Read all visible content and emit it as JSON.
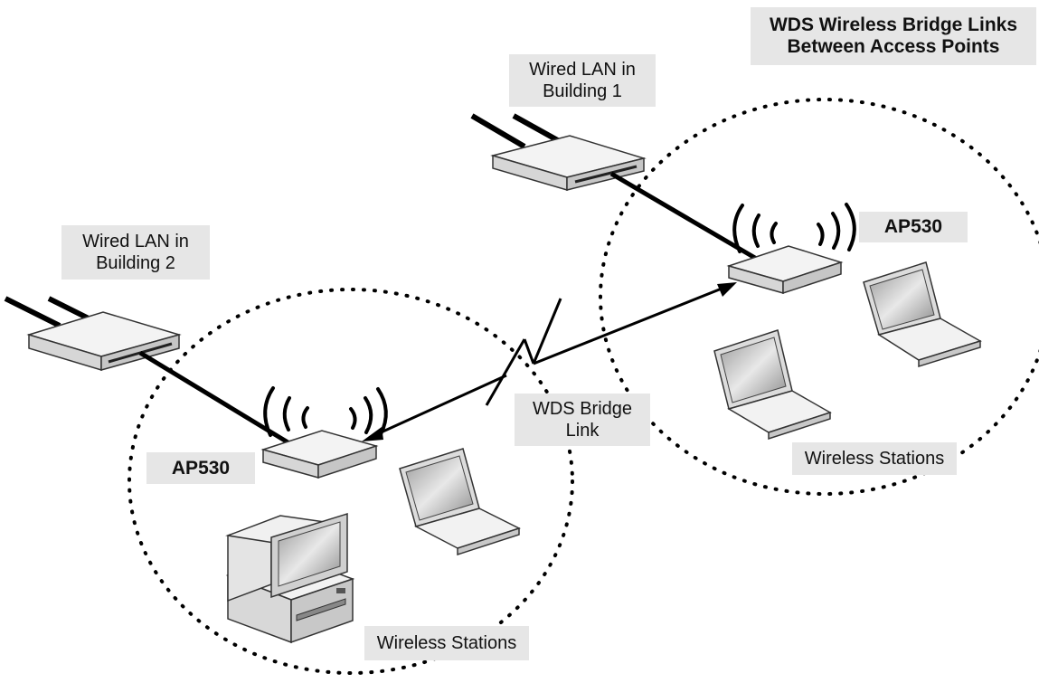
{
  "title": {
    "line1": "WDS Wireless Bridge Links",
    "line2": "Between Access Points"
  },
  "labels": {
    "wired_lan_1": {
      "line1": "Wired LAN in",
      "line2": "Building 1"
    },
    "wired_lan_2": {
      "line1": "Wired LAN in",
      "line2": "Building 2"
    },
    "ap_right": "AP530",
    "ap_left": "AP530",
    "wds_link": {
      "line1": "WDS Bridge",
      "line2": "Link"
    },
    "stations_right": "Wireless Stations",
    "stations_left": "Wireless Stations"
  },
  "colors": {
    "label_bg": "#e6e6e6",
    "device_light": "#f2f2f2",
    "device_mid": "#d0d0d0",
    "line": "#000000"
  },
  "icons": [
    "switch-icon",
    "access-point-icon",
    "radio-waves-icon",
    "laptop-icon",
    "desktop-computer-icon"
  ]
}
